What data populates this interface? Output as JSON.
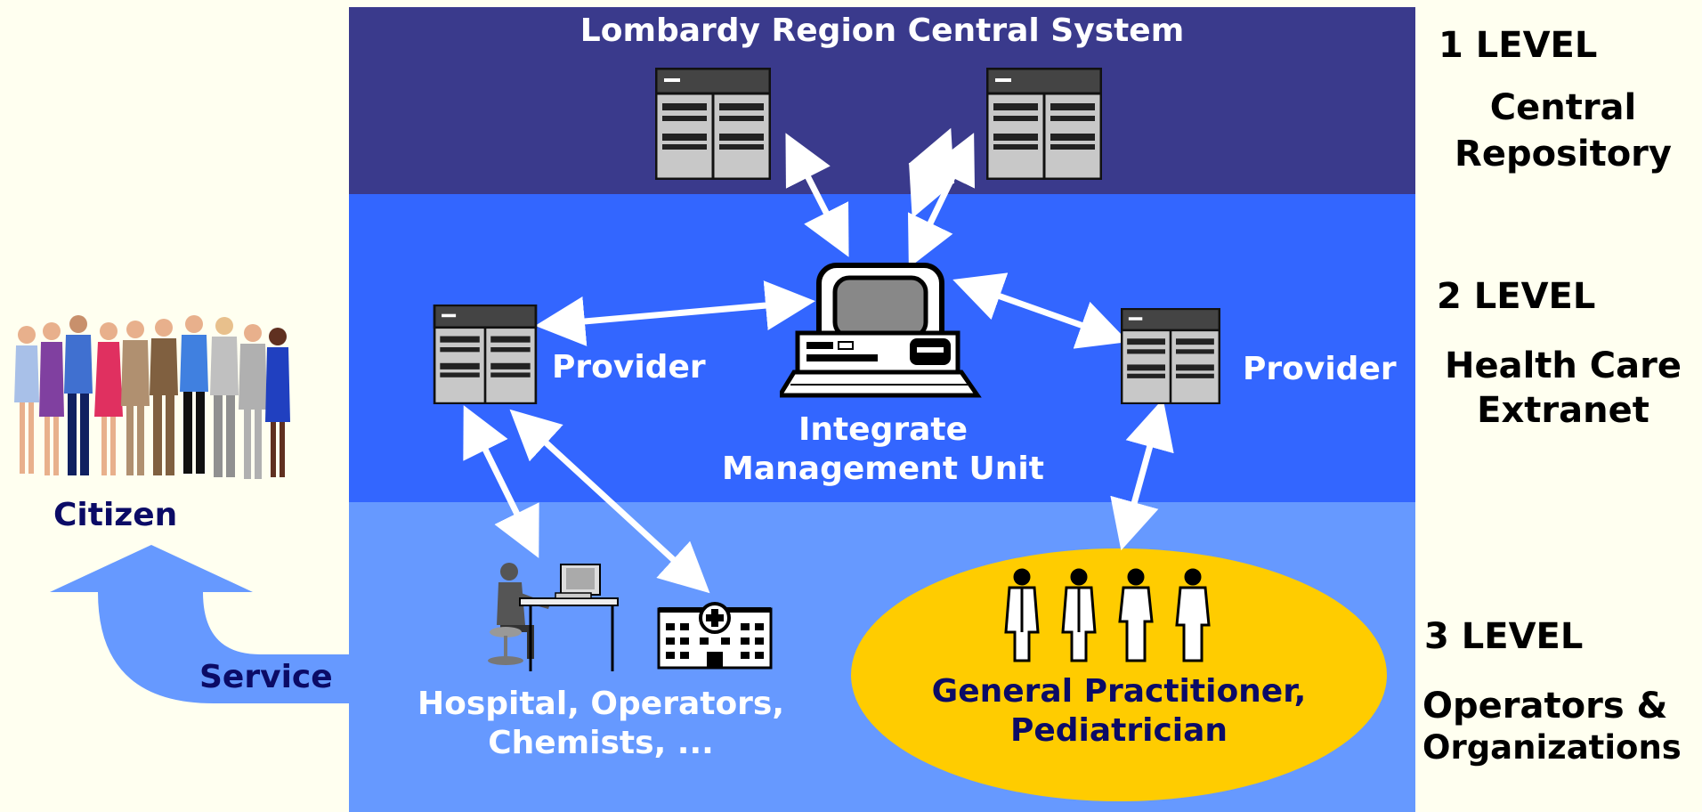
{
  "colors": {
    "background": "#fffff0",
    "level1": "#3a3a8c",
    "level2": "#3366ff",
    "level3": "#6699ff",
    "ellipse": "#ffcc00",
    "arrow": "#ffffff",
    "service_arrow": "#6699ff",
    "navy_text": "#0b0b66"
  },
  "top_title": "Lombardy Region Central System",
  "levels": {
    "l1": {
      "number": "1 LEVEL",
      "name_line1": "Central",
      "name_line2": "Repository"
    },
    "l2": {
      "number": "2 LEVEL",
      "name_line1": "Health Care",
      "name_line2": "Extranet"
    },
    "l3": {
      "number": "3 LEVEL",
      "name_line1": "Operators &",
      "name_line2": "Organizations"
    }
  },
  "nodes": {
    "provider_left": "Provider",
    "provider_right": "Provider",
    "imu_line1": "Integrate",
    "imu_line2": "Management Unit",
    "hospital_line1": "Hospital, Operators,",
    "hospital_line2": "Chemists, ...",
    "gp_line1": "General Practitioner,",
    "gp_line2": "Pediatrician",
    "citizen": "Citizen",
    "service": "Service"
  },
  "icons": [
    "server-icon",
    "computer-terminal-icon",
    "office-worker-icon",
    "hospital-icon",
    "doctor-icon",
    "citizens-group-icon"
  ]
}
